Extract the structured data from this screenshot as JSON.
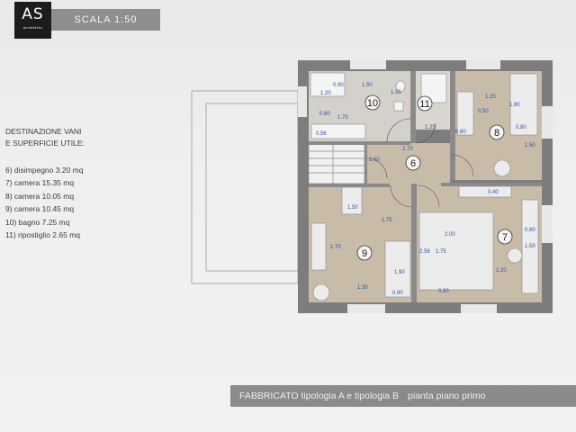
{
  "logo": {
    "mark": "AS",
    "subtitle": "architetto"
  },
  "scale_label": "SCALA 1:50",
  "legend": {
    "heading_line1": "DESTINAZIONE VANI",
    "heading_line2": "E SUPERFICIE UTILE:",
    "rooms": [
      "6) disimpegno 3.20 mq",
      "7) camera 15.35 mq",
      "8) camera 10.05 mq",
      "9) camera 10.45 mq",
      "10) bagno 7.25 mq",
      "11) ripostiglio 2.65 mq"
    ]
  },
  "plan": {
    "room_numbers": [
      "6",
      "7",
      "8",
      "9",
      "10",
      "11"
    ],
    "dimension_labels": {
      "d1": "0.90",
      "d2": "1.20",
      "d3": "1.50",
      "d4": "1.35",
      "d5": "0.80",
      "d6": "1.70",
      "d7": "0.56",
      "d8": "1.25",
      "d9": "1.25",
      "d10": "1.80",
      "d11": "0.50",
      "d12": "0.60",
      "d13": "0.80",
      "d14": "1.50",
      "d15": "1.00",
      "d16": "2.70",
      "d17": "0.40",
      "d18": "0.60",
      "d19": "1.50",
      "d20": "1.75",
      "d21": "1.90",
      "d22": "1.30",
      "d23": "0.90",
      "d24": "2.00",
      "d25": "2.58",
      "d26": "1.75",
      "d27": "1.20",
      "d28": "0.80",
      "d29": "1.50",
      "d30": "1.70"
    }
  },
  "footer": {
    "title": "FABBRICATO tipologia A e tipologia B",
    "subtitle": "pianta piano primo"
  },
  "colors": {
    "wall": "#7d7d7d",
    "floor": "#c7bba9",
    "door_line": "#555555",
    "dim_text": "#2a4fa8",
    "bars": "#8a8a8a"
  }
}
